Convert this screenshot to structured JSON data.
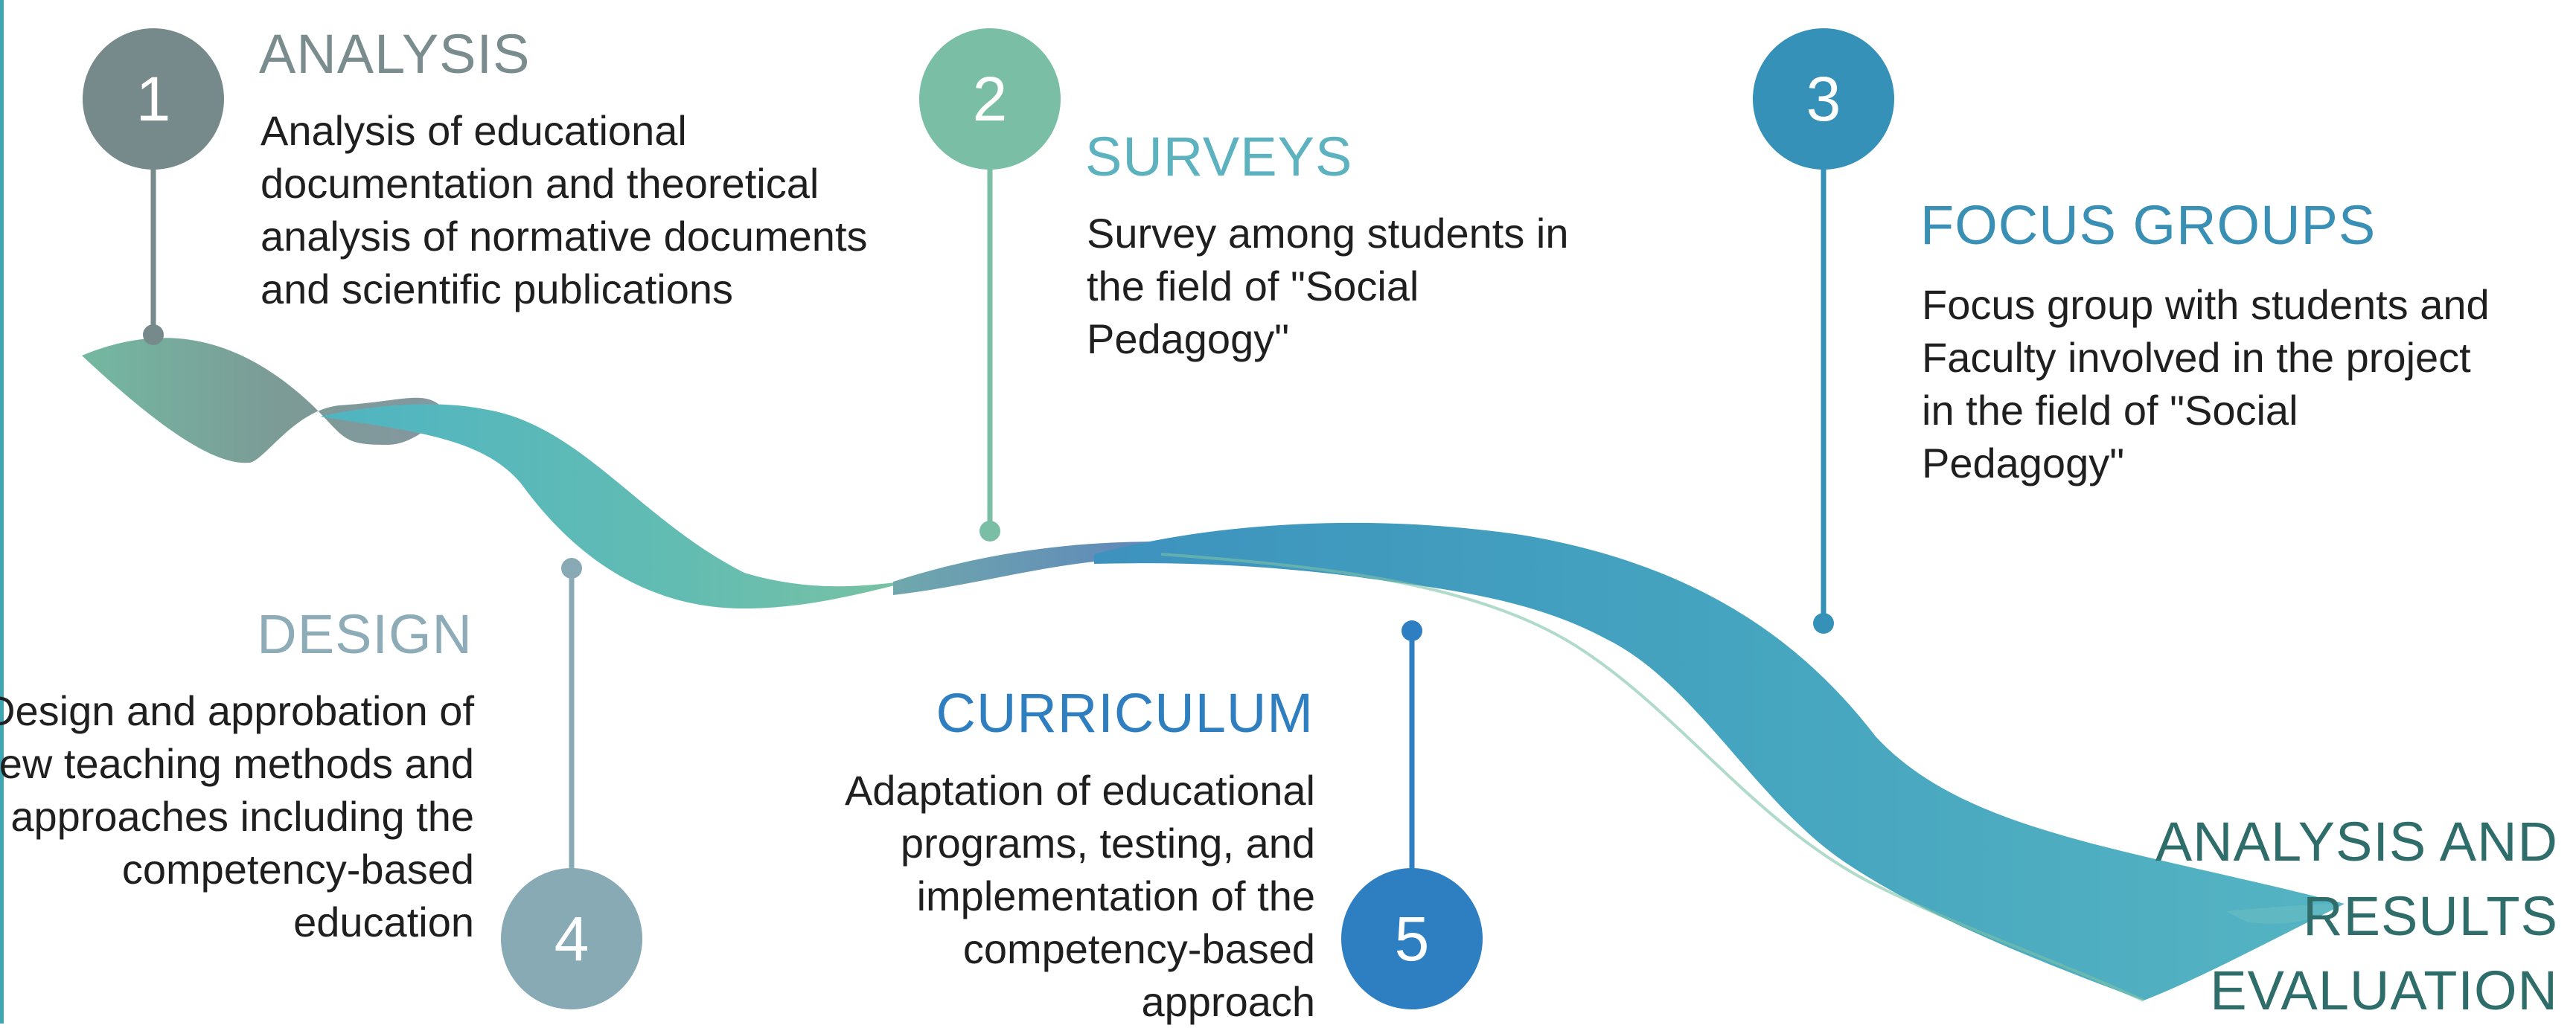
{
  "stages": [
    {
      "number": "1",
      "title": "ANALYSIS",
      "lines": [
        "Analysis of educational",
        "documentation and theoretical",
        "analysis of normative documents",
        "and scientific publications"
      ],
      "color": "#778a8b",
      "title_color": "#7a8c8e"
    },
    {
      "number": "2",
      "title": "SURVEYS",
      "lines": [
        "Survey among students in",
        "the field of \"Social",
        "Pedagogy\""
      ],
      "color": "#79bea5",
      "title_color": "#5db2bf"
    },
    {
      "number": "3",
      "title": "FOCUS GROUPS",
      "lines": [
        "Focus group with students and",
        "Faculty involved in the project",
        "in the field of \"Social",
        "Pedagogy\""
      ],
      "color": "#3591b8",
      "title_color": "#3a8fb5"
    },
    {
      "number": "4",
      "title": "DESIGN",
      "lines": [
        "Design and approbation of",
        "new teaching methods and",
        "approaches including the",
        "competency-based",
        "education"
      ],
      "color": "#88aab5",
      "title_color": "#8dacb8"
    },
    {
      "number": "5",
      "title": "CURRICULUM",
      "lines": [
        "Adaptation of educational",
        "programs, testing, and",
        "implementation of the",
        "competency-based",
        "approach"
      ],
      "color": "#2d7fc1",
      "title_color": "#2f7fc0"
    }
  ],
  "final": {
    "lines": [
      "ANALYSIS AND",
      "RESULTS",
      "EVALUATION"
    ],
    "color": "#2f6d6a"
  }
}
